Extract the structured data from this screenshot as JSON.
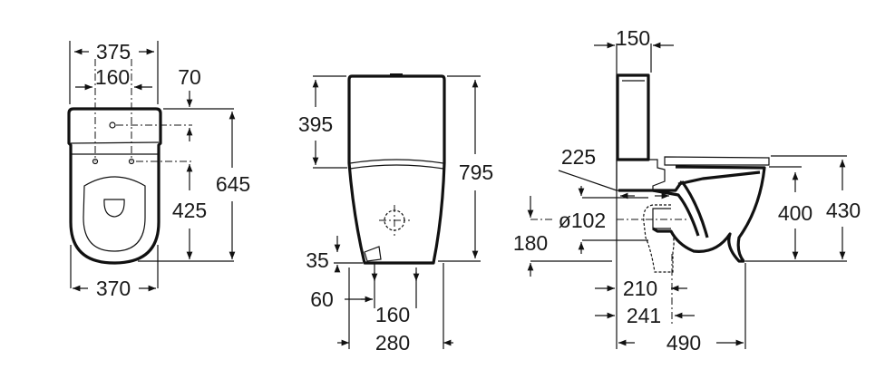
{
  "colors": {
    "line": "#111111",
    "background": "#ffffff"
  },
  "top_view": {
    "width_top": "375",
    "holes_spacing": "160",
    "hole_offset": "70",
    "depth": "645",
    "hole_to_front": "425",
    "width_bottom": "370"
  },
  "front_view": {
    "tank_height": "395",
    "total_height": "795",
    "inlet_height": "35",
    "inlet_offset": "60",
    "fixing_offset": "160",
    "base_width": "280"
  },
  "side_view": {
    "tank_depth": "150",
    "outlet_offset": "225",
    "outlet_diameter": "ø102",
    "outlet_height": "180",
    "rim_height": "400",
    "seat_height": "430",
    "floor_outlet_min": "210",
    "floor_outlet_max": "241",
    "total_depth": "490"
  }
}
